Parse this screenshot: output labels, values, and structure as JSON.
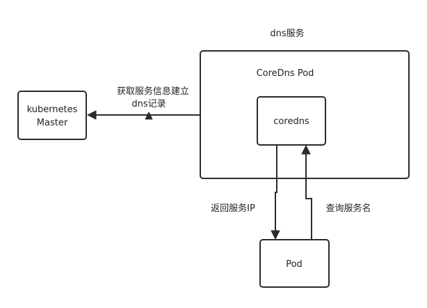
{
  "diagram": {
    "group_title": "dns服务",
    "nodes": {
      "master": {
        "line1": "kubernetes",
        "line2": "Master"
      },
      "coredns_pod": {
        "label": "CoreDns Pod"
      },
      "coredns": {
        "label": "coredns"
      },
      "pod": {
        "label": "Pod"
      }
    },
    "edges": {
      "fetch_service_info": {
        "line1": "获取服务信息建立",
        "line2": "dns记录"
      },
      "return_service_ip": {
        "label": "返回服务IP"
      },
      "query_service_name": {
        "label": "查询服务名"
      }
    }
  }
}
